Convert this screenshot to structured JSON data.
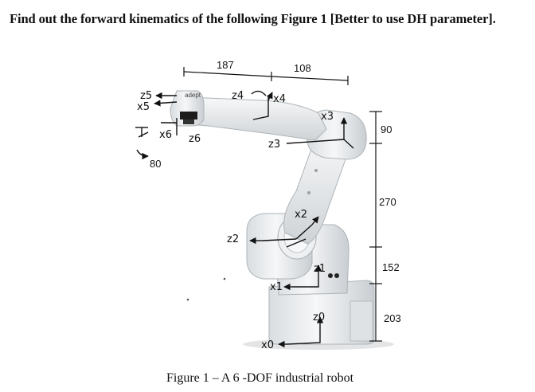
{
  "question": "Find out the forward kinematics of the following Figure 1 [Better to use DH parameter].",
  "caption": "Figure 1 – A 6 -DOF industrial robot",
  "brand_logo": "adept",
  "dimensions": {
    "d187": "187",
    "d108": "108",
    "d90": "90",
    "d270": "270",
    "d152": "152",
    "d203": "203",
    "d80": "80"
  },
  "frames": {
    "z0": "z0",
    "x0": "x0",
    "z1": "z1",
    "x1": "x1",
    "z2": "z2",
    "x2": "x2",
    "z3": "z3",
    "x3": "x3",
    "z4": "z4",
    "x4": "x4",
    "z5": "z5",
    "x5": "x5",
    "x6": "x6",
    "z6": "z6"
  }
}
